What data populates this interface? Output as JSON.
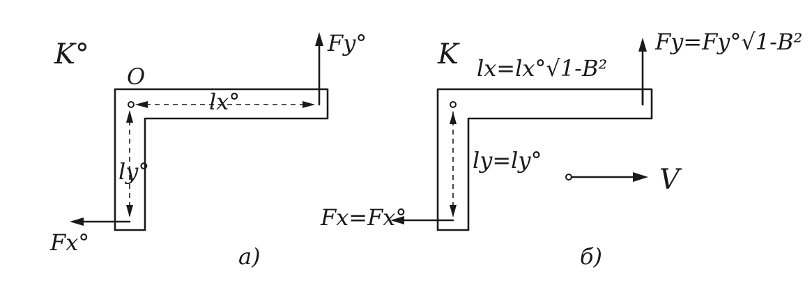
{
  "panel_a": {
    "frame_label": "K°",
    "origin_label": "O",
    "force_y_label": "Fy°",
    "length_x_label": "lx°",
    "length_y_label": "ly°",
    "force_x_label": "Fx°",
    "caption": "a)"
  },
  "panel_b": {
    "frame_label": "K",
    "force_y_label": "Fy=Fy°√1-B²",
    "length_x_label": "lx=lx°√1-B²",
    "length_y_label": "ly=ly°",
    "force_x_label": "Fx=Fx°",
    "velocity_label": "V",
    "caption": "б)"
  }
}
